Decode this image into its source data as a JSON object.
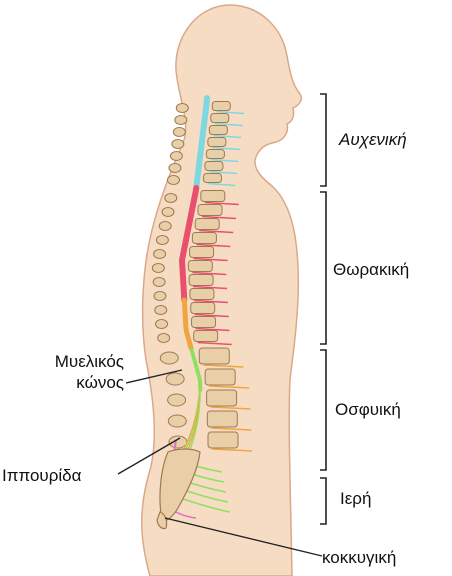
{
  "regions": {
    "cervical": {
      "label": "Αυχενική",
      "color": "#7fd8e0"
    },
    "thoracic": {
      "label": "Θωρακική",
      "color": "#e8506e"
    },
    "lumbar": {
      "label": "Οσφυική",
      "color": "#f0a640"
    },
    "sacral": {
      "label": "Ιερή",
      "color": "#8fe060"
    },
    "coccygeal": {
      "label": "κοκκυγική",
      "color": "#e070c8"
    }
  },
  "annotations": {
    "conus_line1": "Μυελικός",
    "conus_line2": "κώνος",
    "cauda": "Ιππουρίδα"
  },
  "colors": {
    "skin": "#f7dcc4",
    "skin_outline": "#d9a88a",
    "bone": "#e8cfa8",
    "bone_outline": "#a07850"
  }
}
